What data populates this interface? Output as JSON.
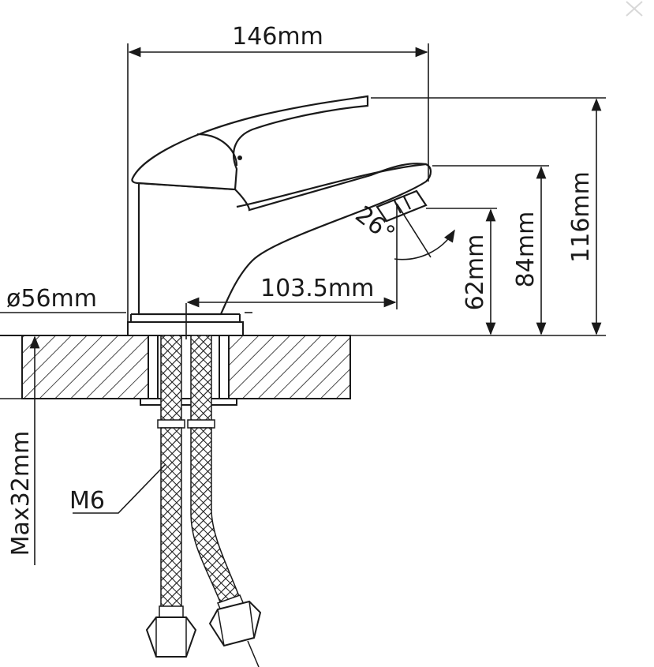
{
  "dimensions": {
    "overall_width": "146mm",
    "base_diameter": "ø56mm",
    "spout_reach": "103.5mm",
    "spout_angle": "26°",
    "aerator_height": "62mm",
    "spout_height": "84mm",
    "overall_height": "116mm",
    "max_counter_thickness": "Max32mm"
  },
  "labels": {
    "thread": "M6"
  },
  "colors": {
    "line": "#1a1a1a",
    "background": "#ffffff",
    "hatch": "#1a1a1a"
  },
  "icons": {
    "close": "close-icon"
  }
}
